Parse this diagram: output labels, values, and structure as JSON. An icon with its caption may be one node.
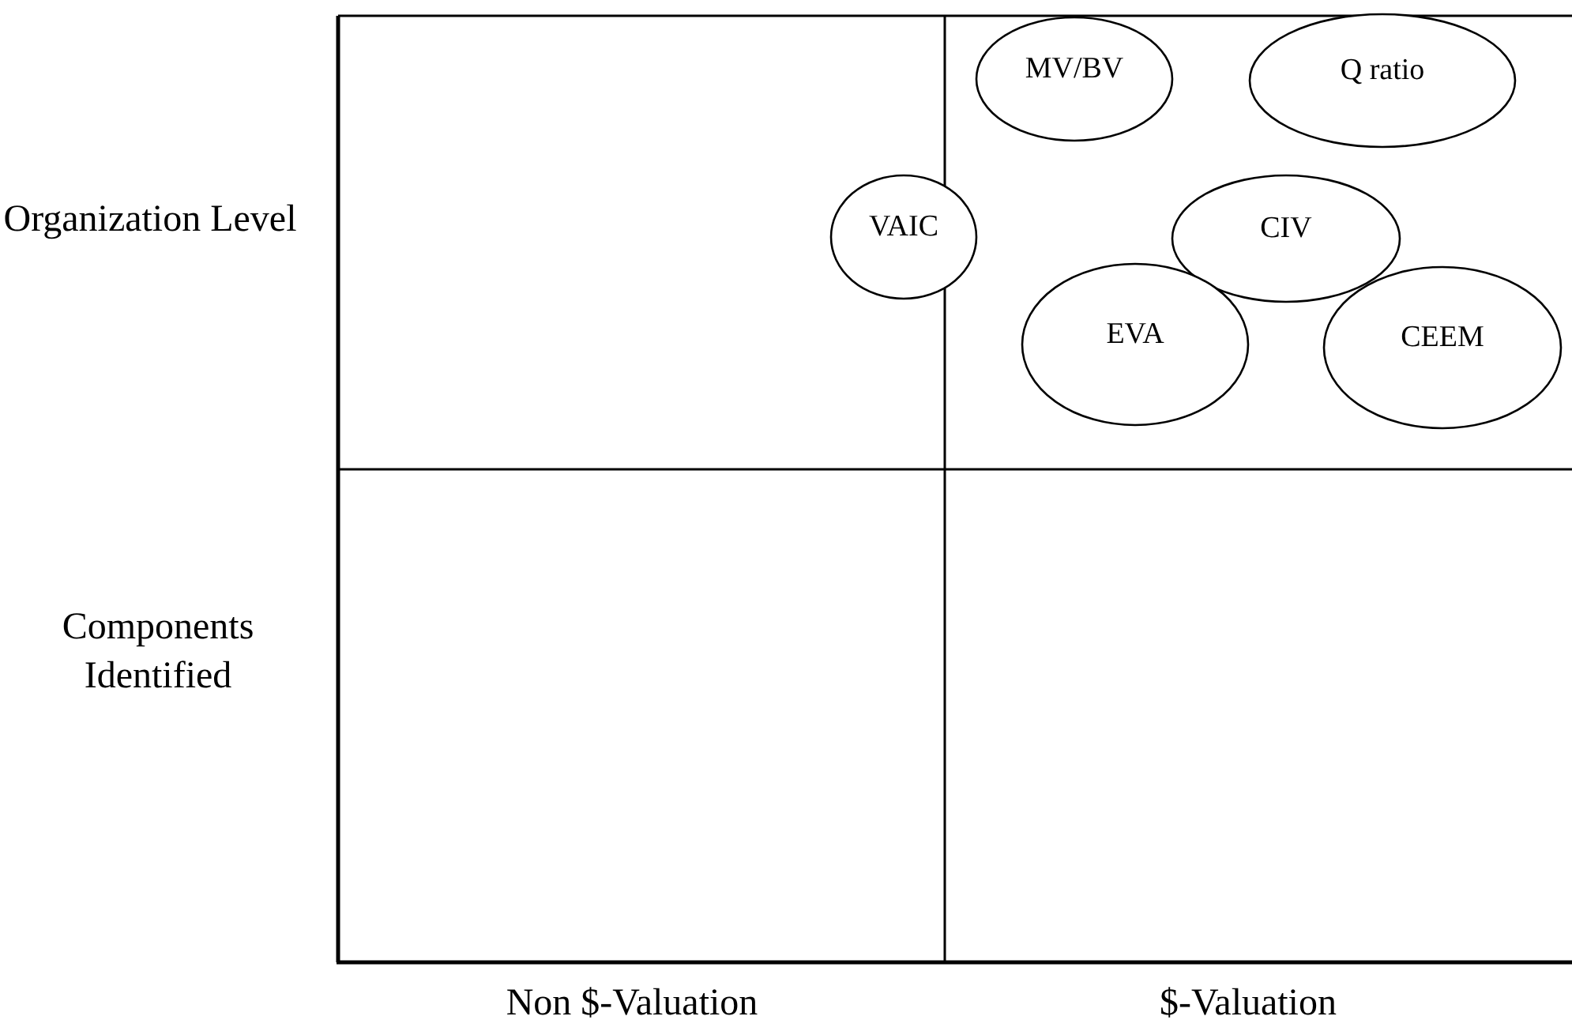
{
  "diagram": {
    "nodes": [
      {
        "text": [
          "MV/BV"
        ]
      },
      {
        "text": [
          "Q ratio"
        ]
      },
      {
        "text": [
          "VAIC"
        ]
      },
      {
        "text": [
          "CIV"
        ]
      },
      {
        "text": [
          "EVA"
        ]
      },
      {
        "text": [
          "CEEM"
        ]
      }
    ],
    "labels": [
      "Organization Level",
      "Components Identified",
      "Non $-Valuation",
      "$-Valuation"
    ]
  }
}
